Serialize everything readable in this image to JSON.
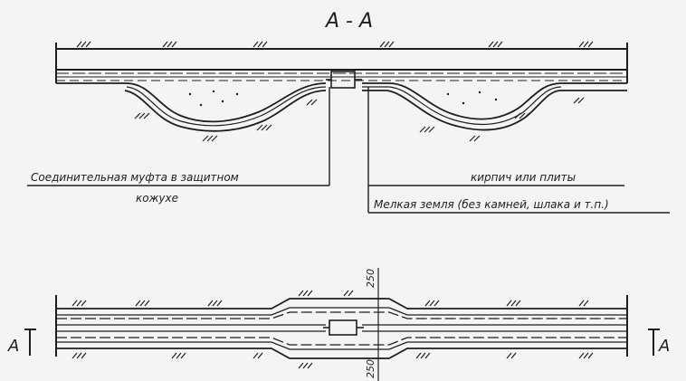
{
  "section_title": "A - A",
  "labels": {
    "coupling": "Соединительная муфта в защитном",
    "coupling_cont": "кожухе",
    "brick": "кирпич или плиты",
    "soil": "Мелкая земля (без камней, шлака и т.п.)"
  },
  "plan": {
    "dim_top": "250",
    "dim_bottom": "250",
    "section_mark_left": "A",
    "section_mark_right": "A"
  },
  "colors": {
    "ink": "#1e1e1e",
    "paper": "#f4f4f2"
  }
}
